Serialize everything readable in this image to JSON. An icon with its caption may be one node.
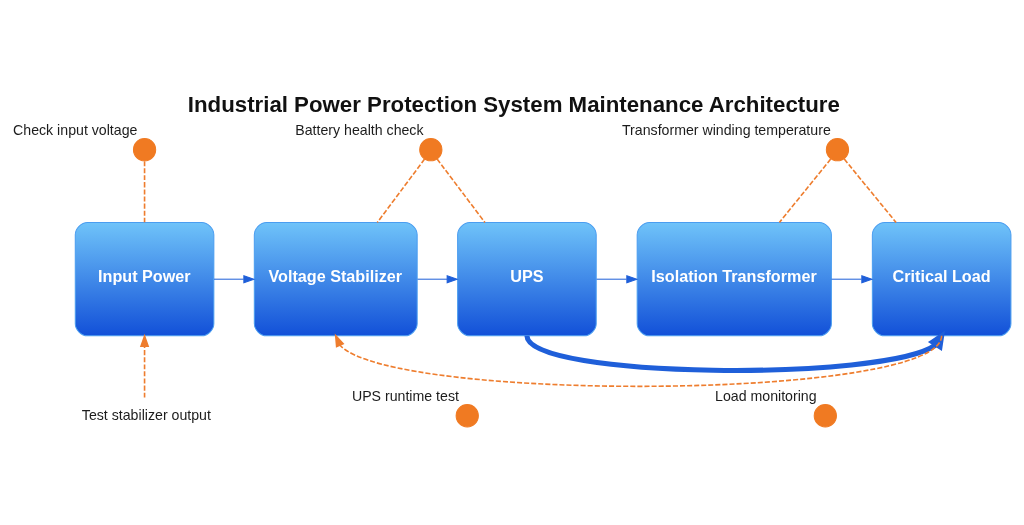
{
  "diagram": {
    "title": "Industrial Power Protection System Maintenance Architecture",
    "nodes": [
      {
        "text": [],
        "shape": "circle",
        "beside": [
          "Check input voltage"
        ]
      },
      {
        "text": [],
        "shape": "circle",
        "beside": [
          "Battery health check"
        ]
      },
      {
        "text": [],
        "shape": "circle",
        "beside": [
          "Transformer winding temperature"
        ]
      },
      {
        "text": [
          "Input Power"
        ]
      },
      {
        "text": [
          "Voltage Stabilizer"
        ]
      },
      {
        "text": [
          "UPS"
        ]
      },
      {
        "text": [
          "Isolation Transformer"
        ]
      },
      {
        "text": [
          "Critical Load"
        ]
      },
      {
        "text": [
          "Test stabilizer output"
        ]
      },
      {
        "text": [],
        "shape": "circle",
        "beside": [
          "UPS runtime test"
        ]
      },
      {
        "text": [],
        "shape": "circle",
        "beside": [
          "Load monitoring"
        ]
      }
    ],
    "edges": [
      {
        "from": 3,
        "to": 4,
        "arrow": "to",
        "color": "#1f5fd9"
      },
      {
        "from": 4,
        "to": 5,
        "arrow": "to",
        "color": "#1f5fd9"
      },
      {
        "from": 5,
        "to": 6,
        "arrow": "to",
        "color": "#1f5fd9"
      },
      {
        "from": 6,
        "to": 7,
        "arrow": "to",
        "color": "#1f5fd9"
      },
      {
        "from": 5,
        "to": 7,
        "arrow": "to",
        "style": "thick",
        "color": "#1f5fd9"
      },
      {
        "from": 0,
        "to": 3,
        "arrow": "none",
        "style": "dashed"
      },
      {
        "from": 1,
        "to": 4,
        "arrow": "none",
        "style": "dashed"
      },
      {
        "from": 1,
        "to": 5,
        "arrow": "none",
        "style": "dashed"
      },
      {
        "from": 2,
        "to": 6,
        "arrow": "none",
        "style": "dashed"
      },
      {
        "from": 2,
        "to": 7,
        "arrow": "none",
        "style": "dashed"
      },
      {
        "from": 8,
        "to": 3,
        "arrow": "to",
        "style": "dashed"
      },
      {
        "from": 7,
        "to": 4,
        "arrow": "to",
        "style": "dashed"
      }
    ]
  }
}
